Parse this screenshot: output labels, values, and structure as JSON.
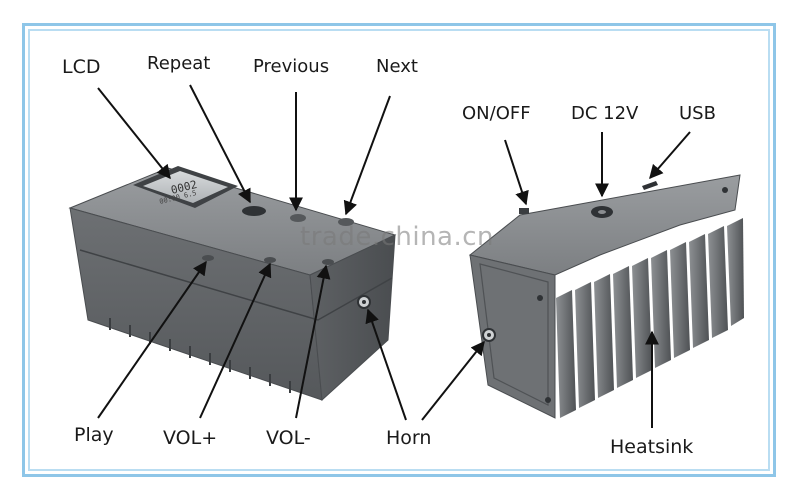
{
  "watermark": "trade.china.cn",
  "lcd_display": {
    "line1": "0002",
    "line2": "00:00 6.5"
  },
  "left_unit": {
    "labels": {
      "lcd": "LCD",
      "repeat": "Repeat",
      "previous": "Previous",
      "next": "Next",
      "play": "Play",
      "vol_plus": "VOL+",
      "vol_minus": "VOL-",
      "horn": "Horn"
    }
  },
  "right_unit": {
    "labels": {
      "on_off": "ON/OFF",
      "dc_12v": "DC 12V",
      "usb": "USB",
      "heatsink": "Heatsink"
    }
  },
  "colors": {
    "frame_outer": "#8ec6e8",
    "frame_inner": "#b9ddf2",
    "device_body": "#6b6e71",
    "device_top": "#8a8d90",
    "label_text": "#1a1a1a"
  }
}
